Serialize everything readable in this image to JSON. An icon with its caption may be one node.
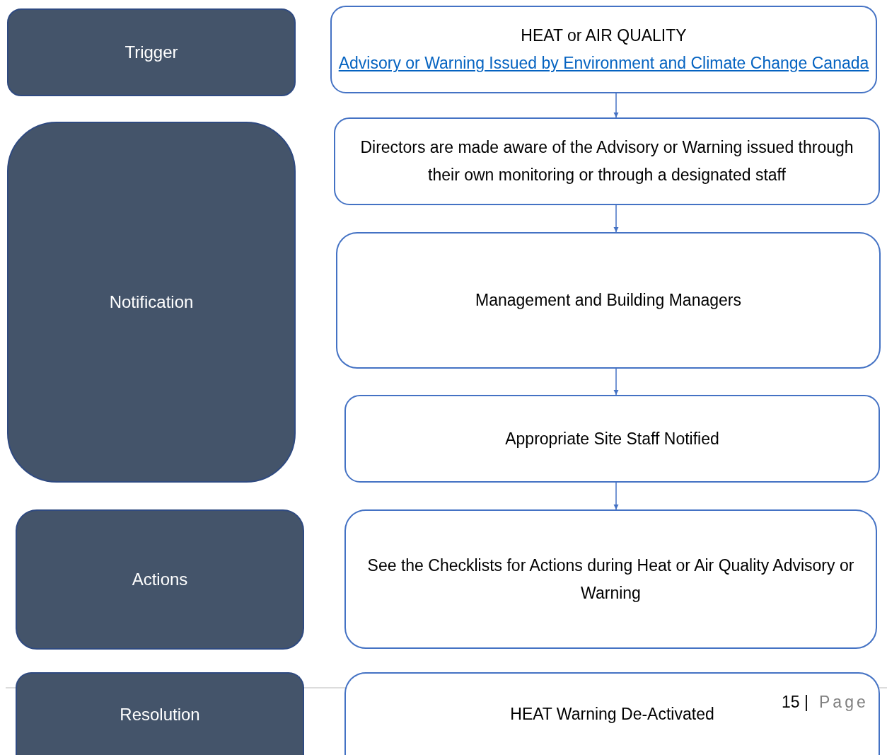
{
  "diagram": {
    "nodes": [
      {
        "text": [
          "Trigger"
        ]
      },
      {
        "text": [
          "Notification"
        ]
      },
      {
        "text": [
          "Actions"
        ]
      },
      {
        "text": [
          "Resolution"
        ]
      },
      {
        "text": [
          "HEAT or AIR QUALITY",
          "Advisory or Warning Issued by Environment and Climate Change Canada"
        ]
      },
      {
        "text": [
          "Directors are made aware of the Advisory or Warning issued through their own monitoring or through a designated staff"
        ]
      },
      {
        "text": [
          "Management and Building Managers"
        ]
      },
      {
        "text": [
          "Appropriate Site Staff Notified"
        ]
      },
      {
        "text": [
          "See the Checklists for Actions during Heat or Air Quality Advisory or Warning"
        ]
      },
      {
        "text": [
          "HEAT Warning De-Activated"
        ]
      }
    ],
    "edges": [
      {
        "from": 4,
        "to": 5,
        "arrow": "to"
      },
      {
        "from": 5,
        "to": 6,
        "arrow": "to"
      },
      {
        "from": 6,
        "to": 7,
        "arrow": "to"
      },
      {
        "from": 7,
        "to": 8,
        "arrow": "to"
      }
    ],
    "labels": [
      "15 |",
      "Page"
    ]
  }
}
